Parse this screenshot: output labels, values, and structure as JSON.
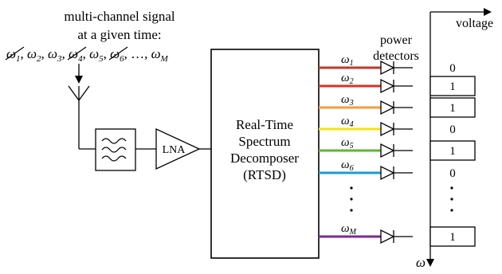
{
  "signal_caption": {
    "line1": "multi-channel signal",
    "line2": "at a given time:"
  },
  "frequency_list": [
    {
      "text": "ω",
      "sub": "1",
      "struck": true
    },
    {
      "text": "ω",
      "sub": "2",
      "struck": false
    },
    {
      "text": "ω",
      "sub": "3",
      "struck": false
    },
    {
      "text": "ω",
      "sub": "4",
      "struck": true
    },
    {
      "text": "ω",
      "sub": "5",
      "struck": false
    },
    {
      "text": "ω",
      "sub": "6",
      "struck": true
    },
    {
      "text": "…",
      "sub": "",
      "struck": false
    },
    {
      "text": "ω",
      "sub": "M",
      "struck": false
    }
  ],
  "lna_label": "LNA",
  "rtsd_label": [
    "Real-Time",
    "Spectrum",
    "Decomposer",
    "(RTSD)"
  ],
  "detectors_label": [
    "power",
    "detectors"
  ],
  "voltage_label": "voltage",
  "axis_label": "ω",
  "channels": [
    {
      "omega": "ω",
      "sub": "1",
      "color": "#c0392b",
      "bit": "0"
    },
    {
      "omega": "ω",
      "sub": "2",
      "color": "#e0301e",
      "bit": "1"
    },
    {
      "omega": "ω",
      "sub": "3",
      "color": "#f39c3c",
      "bit": "1"
    },
    {
      "omega": "ω",
      "sub": "4",
      "color": "#f5e11b",
      "bit": "0"
    },
    {
      "omega": "ω",
      "sub": "5",
      "color": "#5cb82e",
      "bit": "1"
    },
    {
      "omega": "ω",
      "sub": "6",
      "color": "#1b9ad6",
      "bit": "0"
    },
    {
      "omega": "ω",
      "sub": "M",
      "color": "#7b2a8e",
      "bit": "1"
    }
  ]
}
